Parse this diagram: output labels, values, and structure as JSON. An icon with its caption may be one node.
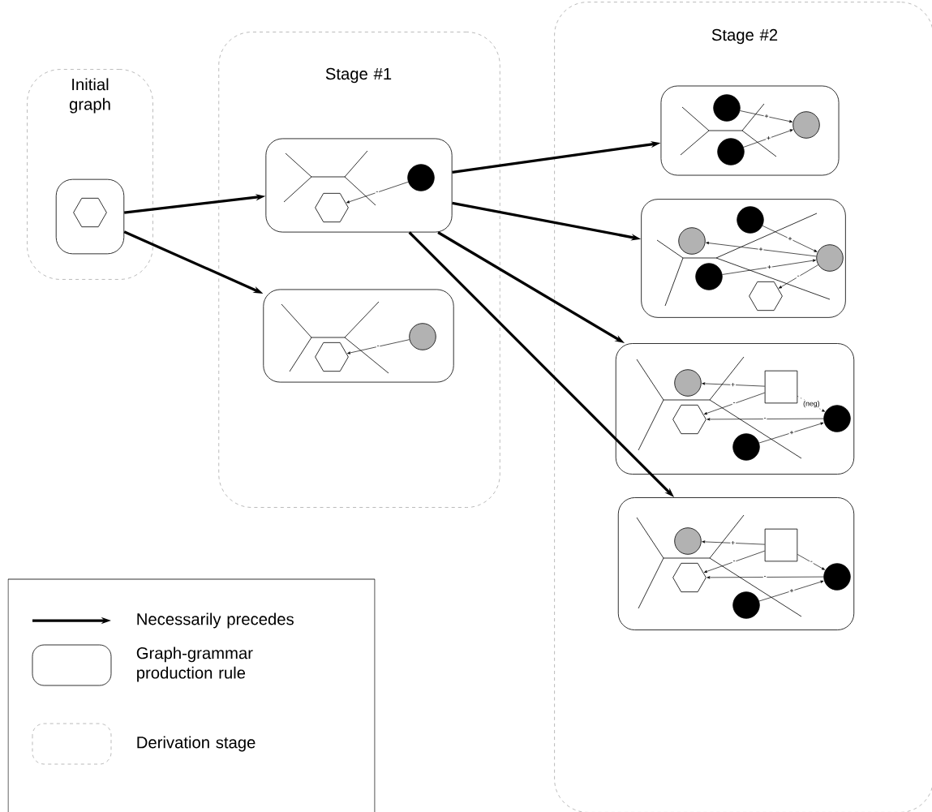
{
  "diagram": {
    "nodes": [
      {
        "text": [
          "Initial graph"
        ]
      },
      {
        "text": [
          "Stage #1"
        ]
      },
      {
        "text": [
          "Stage #2"
        ]
      },
      {
        "text": [],
        "shape": "box",
        "in": 0
      },
      {
        "text": [],
        "shape": "box",
        "in": 1
      },
      {
        "text": [],
        "shape": "box",
        "in": 1
      },
      {
        "text": [],
        "shape": "box",
        "in": 2
      },
      {
        "text": [],
        "shape": "box",
        "in": 2
      },
      {
        "text": [],
        "shape": "box",
        "in": 2
      },
      {
        "text": [],
        "shape": "box",
        "in": 2
      },
      {
        "text": [],
        "shape": "hexagon",
        "in": 3
      },
      {
        "text": [],
        "shape": "circle",
        "in": 4
      },
      {
        "text": [],
        "shape": "hexagon",
        "in": 4
      },
      {
        "text": [],
        "shape": "circle",
        "in": 5
      },
      {
        "text": [],
        "shape": "hexagon",
        "in": 5
      },
      {
        "text": [],
        "shape": "circle",
        "in": 6
      },
      {
        "text": [],
        "shape": "circle",
        "in": 6
      },
      {
        "text": [],
        "shape": "circle",
        "in": 6
      },
      {
        "text": [],
        "shape": "circle",
        "in": 7
      },
      {
        "text": [],
        "shape": "circle",
        "in": 7
      },
      {
        "text": [],
        "shape": "circle",
        "in": 7
      },
      {
        "text": [],
        "shape": "circle",
        "in": 7
      },
      {
        "text": [],
        "shape": "hexagon",
        "in": 7
      },
      {
        "text": [],
        "shape": "circle",
        "in": 8
      },
      {
        "text": [],
        "shape": "box",
        "in": 8
      },
      {
        "text": [],
        "shape": "hexagon",
        "in": 8
      },
      {
        "text": [],
        "shape": "circle",
        "in": 8
      },
      {
        "text": [],
        "shape": "circle",
        "in": 8
      },
      {
        "text": [],
        "shape": "circle",
        "in": 9
      },
      {
        "text": [],
        "shape": "box",
        "in": 9
      },
      {
        "text": [],
        "shape": "hexagon",
        "in": 9
      },
      {
        "text": [],
        "shape": "circle",
        "in": 9
      },
      {
        "text": [],
        "shape": "circle",
        "in": 9
      }
    ],
    "edges": [
      {
        "from": 3,
        "to": 4,
        "arrow": "to",
        "style": "thick"
      },
      {
        "from": 3,
        "to": 5,
        "arrow": "to",
        "style": "thick"
      },
      {
        "from": 4,
        "to": 6,
        "arrow": "to",
        "style": "thick"
      },
      {
        "from": 4,
        "to": 7,
        "arrow": "to",
        "style": "thick"
      },
      {
        "from": 4,
        "to": 8,
        "arrow": "to",
        "style": "thick"
      },
      {
        "from": 4,
        "to": 9,
        "arrow": "to",
        "style": "thick"
      },
      {
        "from": 11,
        "to": 12,
        "arrow": "to",
        "label": "-"
      },
      {
        "from": 13,
        "to": 14,
        "arrow": "to",
        "label": "-"
      },
      {
        "from": 15,
        "to": 17,
        "arrow": "to",
        "label": "+"
      },
      {
        "from": 16,
        "to": 17,
        "arrow": "to",
        "label": "+"
      },
      {
        "from": 18,
        "to": 20,
        "arrow": "to",
        "label": "+"
      },
      {
        "from": 20,
        "to": 19,
        "arrow": "to",
        "label": "+"
      },
      {
        "from": 21,
        "to": 20,
        "arrow": "to",
        "label": "+"
      },
      {
        "from": 20,
        "to": 22,
        "arrow": "to",
        "label": "-"
      },
      {
        "from": 24,
        "to": 23,
        "arrow": "to",
        "label": "+"
      },
      {
        "from": 24,
        "to": 25,
        "arrow": "to",
        "label": "-"
      },
      {
        "from": 24,
        "to": 26,
        "arrow": "to",
        "label": "(neg)",
        "style": "dashed"
      },
      {
        "from": 26,
        "to": 25,
        "arrow": "to",
        "label": "-"
      },
      {
        "from": 27,
        "to": 26,
        "arrow": "to",
        "label": "+"
      },
      {
        "from": 29,
        "to": 28,
        "arrow": "to",
        "label": "+"
      },
      {
        "from": 29,
        "to": 30,
        "arrow": "to",
        "label": "-"
      },
      {
        "from": 29,
        "to": 31,
        "arrow": "to",
        "label": "-"
      },
      {
        "from": 31,
        "to": 30,
        "arrow": "to",
        "label": "-"
      },
      {
        "from": 32,
        "to": 31,
        "arrow": "to",
        "label": "+"
      }
    ],
    "legend": [
      {
        "text": "Necessarily precedes"
      },
      {
        "text": "Graph-grammar production rule"
      },
      {
        "text": "Derivation stage"
      }
    ]
  }
}
